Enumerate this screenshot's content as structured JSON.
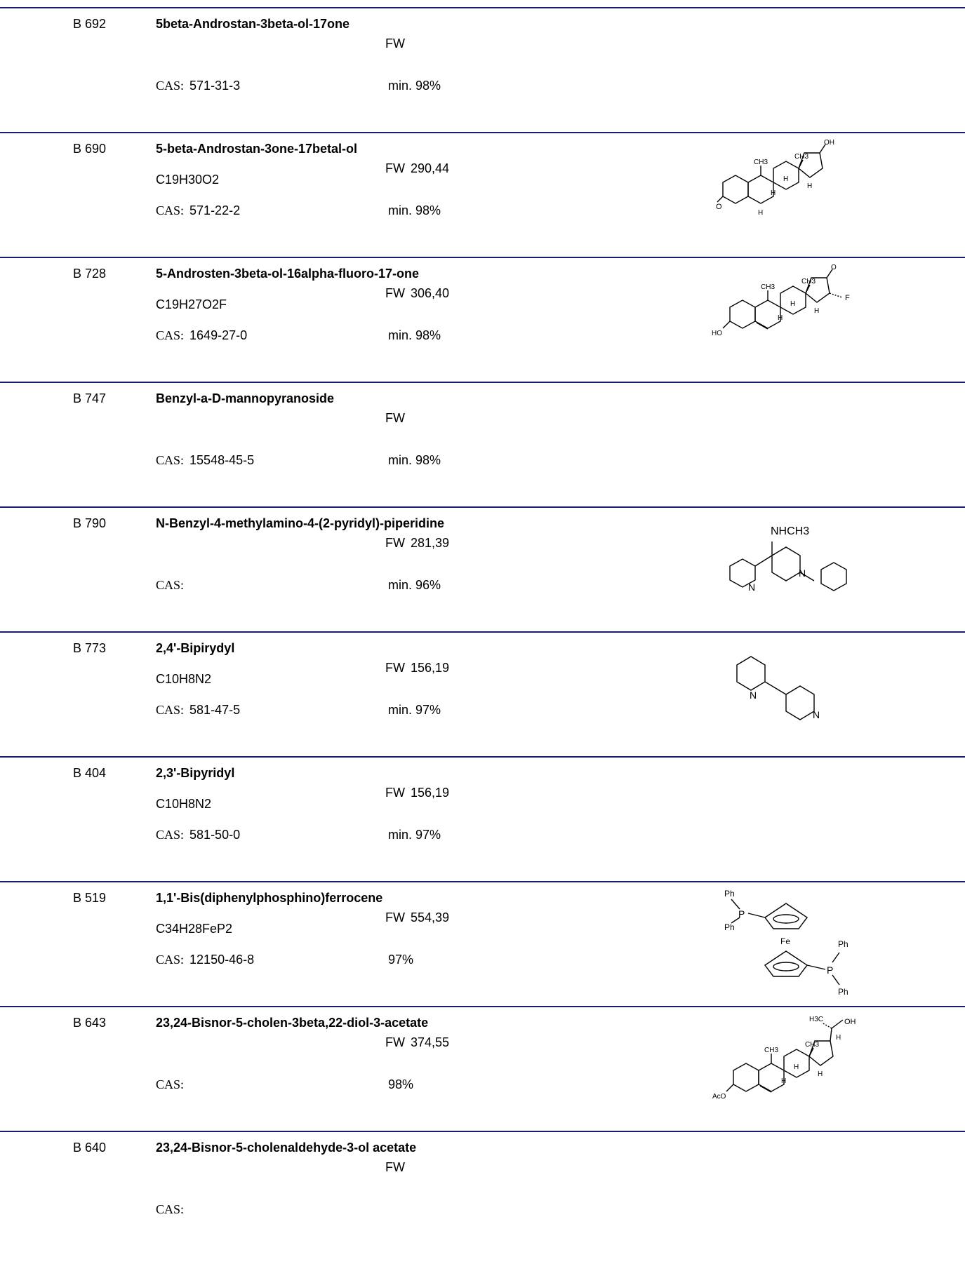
{
  "cas_label": "CAS:",
  "fw_label": "FW",
  "entries": [
    {
      "code": "B 692",
      "name": "5beta-Androstan-3beta-ol-17one",
      "formula": "",
      "fw": "",
      "cas": "571-31-3",
      "purity": "min. 98%"
    },
    {
      "code": "B 690",
      "name": "5-beta-Androstan-3one-17betal-ol",
      "formula": "C19H30O2",
      "fw": "290,44",
      "cas": "571-22-2",
      "purity": "min. 98%"
    },
    {
      "code": "B 728",
      "name": "5-Androsten-3beta-ol-16alpha-fluoro-17-one",
      "formula": "C19H27O2F",
      "fw": "306,40",
      "cas": "1649-27-0",
      "purity": "min. 98%"
    },
    {
      "code": "B 747",
      "name": "Benzyl-a-D-mannopyranoside",
      "formula": "",
      "fw": "",
      "cas": "15548-45-5",
      "purity": "min. 98%"
    },
    {
      "code": "B 790",
      "name": "N-Benzyl-4-methylamino-4-(2-pyridyl)-piperidine",
      "formula": "",
      "fw": "281,39",
      "cas": "",
      "purity": "min. 96%"
    },
    {
      "code": "B 773",
      "name": "2,4'-Bipirydyl",
      "formula": "C10H8N2",
      "fw": "156,19",
      "cas": "581-47-5",
      "purity": "min. 97%"
    },
    {
      "code": "B 404",
      "name": "2,3'-Bipyridyl",
      "formula": "C10H8N2",
      "fw": "156,19",
      "cas": "581-50-0",
      "purity": "min. 97%"
    },
    {
      "code": "B 519",
      "name": "1,1'-Bis(diphenylphosphino)ferrocene",
      "formula": "C34H28FeP2",
      "fw": "554,39",
      "cas": "12150-46-8",
      "purity": "97%"
    },
    {
      "code": "B 643",
      "name": "23,24-Bisnor-5-cholen-3beta,22-diol-3-acetate",
      "formula": "",
      "fw": "374,55",
      "cas": "",
      "purity": "98%"
    },
    {
      "code": "B 640",
      "name": "23,24-Bisnor-5-cholenaldehyde-3-ol acetate",
      "formula": "",
      "fw": "",
      "cas": "",
      "purity": ""
    }
  ],
  "structure_labels": {
    "methyl": "CH3",
    "hydrogen": "H",
    "hydroxyl": "OH",
    "oxygen": "O",
    "fluorine": "F",
    "hydroxy_prefix": "HO",
    "acetoxy": "AcO",
    "methylamino": "NHCH3",
    "nitrogen": "N",
    "phosphorus": "P",
    "phenyl": "Ph",
    "iron": "Fe",
    "methyl_h3c": "H3C"
  }
}
